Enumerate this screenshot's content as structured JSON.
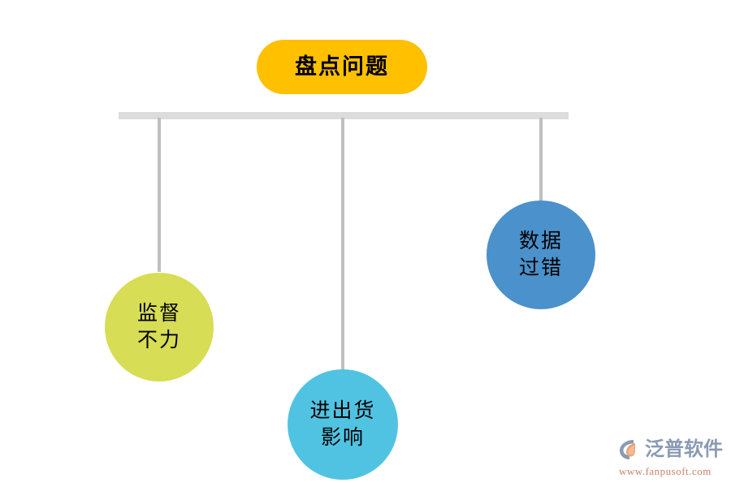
{
  "diagram": {
    "type": "tree-hierarchy",
    "title_node": {
      "label": "盘点问题",
      "color": "#ffc000",
      "text_color": "#000000",
      "shape": "rounded-rectangle"
    },
    "connector_bar": {
      "color": "#dcdcdc"
    },
    "connector_lines": {
      "color": "#bfbfbf",
      "count": 3
    },
    "nodes": [
      {
        "id": "node-supervision",
        "line1": "监督",
        "line2": "不力",
        "color": "#d7dd54",
        "text_color": "#000000",
        "shape": "circle"
      },
      {
        "id": "node-inout-goods",
        "line1": "进出货",
        "line2": "影响",
        "color": "#51c3e2",
        "text_color": "#000000",
        "shape": "circle"
      },
      {
        "id": "node-data-error",
        "line1": "数据",
        "line2": "过错",
        "color": "#4b91cb",
        "text_color": "#000000",
        "shape": "circle"
      }
    ]
  },
  "watermark": {
    "brand": "泛普软件",
    "url": "www.fanpusoft.com",
    "brand_color": "#8a9ab3",
    "url_color": "#c8826c",
    "logo_icon": "fanpu-logo-icon"
  }
}
